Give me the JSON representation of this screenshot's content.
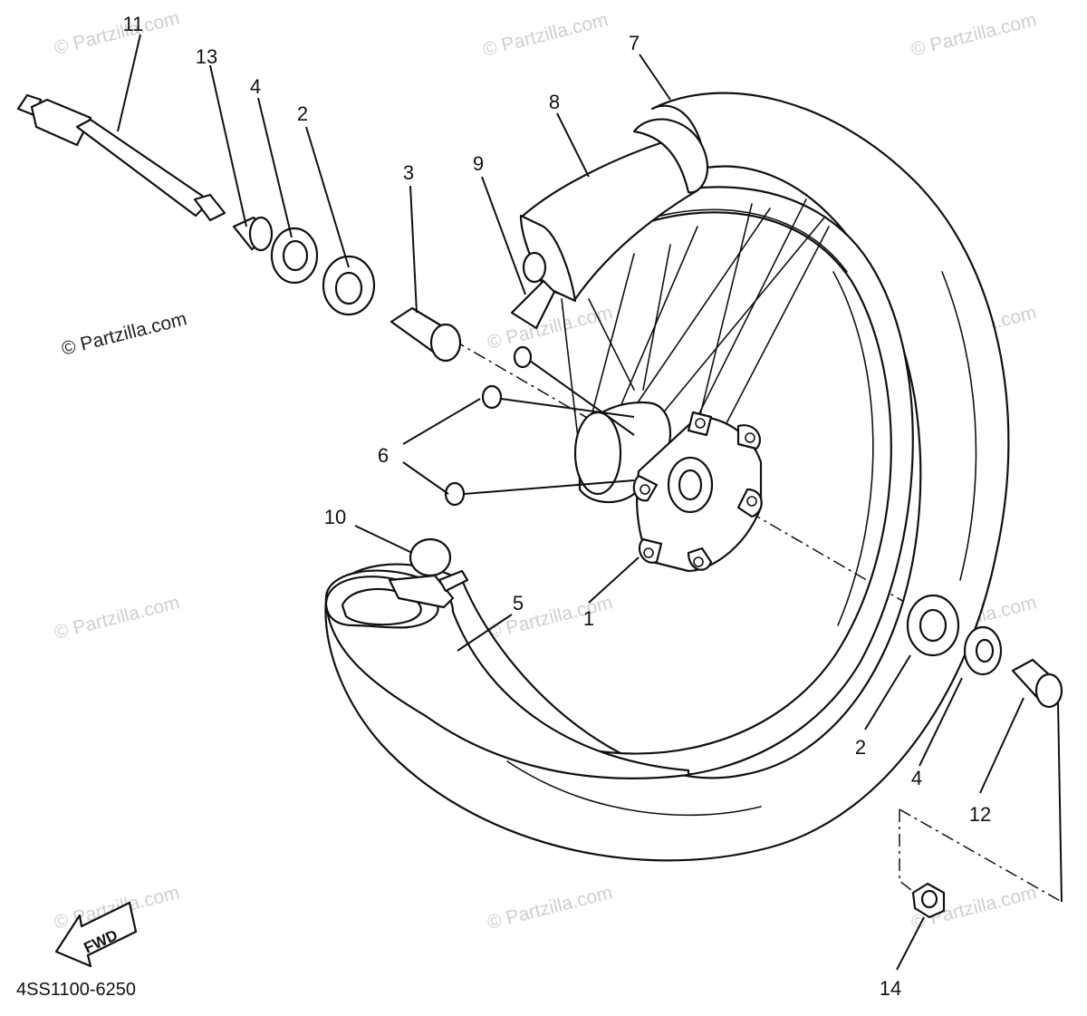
{
  "diagram": {
    "callouts": [
      {
        "id": "c11",
        "text": "11"
      },
      {
        "id": "c13",
        "text": "13"
      },
      {
        "id": "c4a",
        "text": "4"
      },
      {
        "id": "c2a",
        "text": "2"
      },
      {
        "id": "c3",
        "text": "3"
      },
      {
        "id": "c9",
        "text": "9"
      },
      {
        "id": "c8",
        "text": "8"
      },
      {
        "id": "c7",
        "text": "7"
      },
      {
        "id": "c6",
        "text": "6"
      },
      {
        "id": "c10",
        "text": "10"
      },
      {
        "id": "c5",
        "text": "5"
      },
      {
        "id": "c1",
        "text": "1"
      },
      {
        "id": "c2b",
        "text": "2"
      },
      {
        "id": "c4b",
        "text": "4"
      },
      {
        "id": "c12",
        "text": "12"
      },
      {
        "id": "c14",
        "text": "14"
      }
    ],
    "diagram_code": "4SS1100-6250",
    "fwd_label": "FWD",
    "watermark": "© Partzilla.com"
  }
}
